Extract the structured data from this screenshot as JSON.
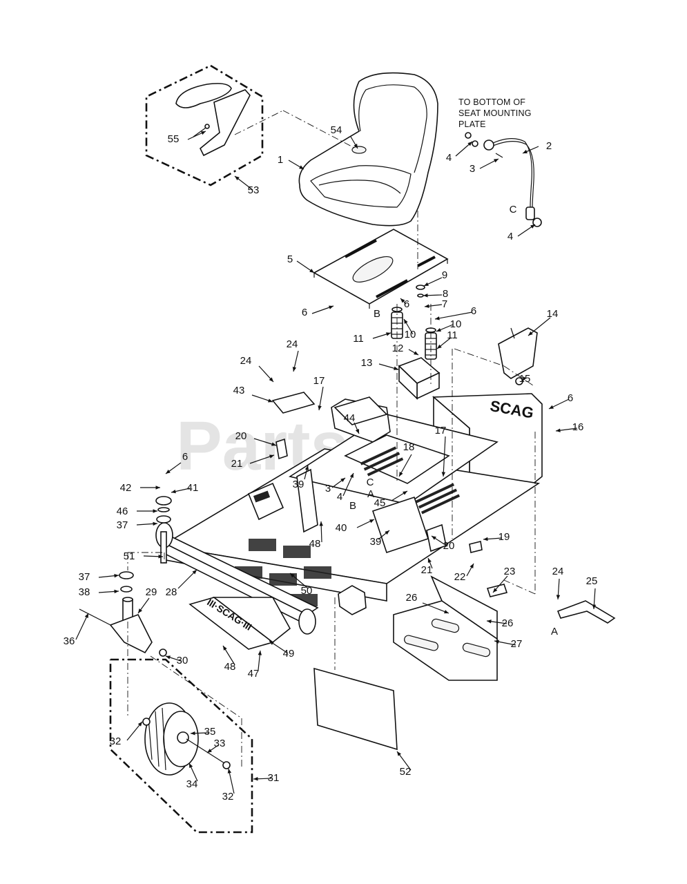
{
  "watermark": "PartsTree",
  "note_lines": [
    "TO BOTTOM OF",
    "SEAT MOUNTING",
    "PLATE"
  ],
  "callouts": [
    {
      "id": "c1",
      "text": "1"
    },
    {
      "id": "c2",
      "text": "2"
    },
    {
      "id": "c3a",
      "text": "3"
    },
    {
      "id": "c4a",
      "text": "4"
    },
    {
      "id": "c4b",
      "text": "4"
    },
    {
      "id": "cCa",
      "text": "C"
    },
    {
      "id": "c5",
      "text": "5"
    },
    {
      "id": "c6a",
      "text": "6"
    },
    {
      "id": "cBa",
      "text": "B"
    },
    {
      "id": "c6b",
      "text": "6"
    },
    {
      "id": "c9",
      "text": "9"
    },
    {
      "id": "c8",
      "text": "8"
    },
    {
      "id": "c7",
      "text": "7"
    },
    {
      "id": "c6c",
      "text": "6"
    },
    {
      "id": "c10a",
      "text": "10"
    },
    {
      "id": "c10b",
      "text": "10"
    },
    {
      "id": "c11a",
      "text": "11"
    },
    {
      "id": "c11b",
      "text": "11"
    },
    {
      "id": "c12",
      "text": "12"
    },
    {
      "id": "c13",
      "text": "13"
    },
    {
      "id": "c14",
      "text": "14"
    },
    {
      "id": "c15",
      "text": "15"
    },
    {
      "id": "c6d",
      "text": "6"
    },
    {
      "id": "c16",
      "text": "16"
    },
    {
      "id": "c24a",
      "text": "24"
    },
    {
      "id": "c24b",
      "text": "24"
    },
    {
      "id": "c17a",
      "text": "17"
    },
    {
      "id": "c43",
      "text": "43"
    },
    {
      "id": "c44",
      "text": "44"
    },
    {
      "id": "c17b",
      "text": "17"
    },
    {
      "id": "c18",
      "text": "18"
    },
    {
      "id": "c20a",
      "text": "20"
    },
    {
      "id": "c21a",
      "text": "21"
    },
    {
      "id": "c6e",
      "text": "6"
    },
    {
      "id": "c42",
      "text": "42"
    },
    {
      "id": "c41",
      "text": "41"
    },
    {
      "id": "c39a",
      "text": "39"
    },
    {
      "id": "c3b",
      "text": "3"
    },
    {
      "id": "c4c",
      "text": "4"
    },
    {
      "id": "cCb",
      "text": "C"
    },
    {
      "id": "cAa",
      "text": "A"
    },
    {
      "id": "c45",
      "text": "45"
    },
    {
      "id": "cBb",
      "text": "B"
    },
    {
      "id": "c46",
      "text": "46"
    },
    {
      "id": "c37a",
      "text": "37"
    },
    {
      "id": "c40",
      "text": "40"
    },
    {
      "id": "c39b",
      "text": "39"
    },
    {
      "id": "c48a",
      "text": "48"
    },
    {
      "id": "c19",
      "text": "19"
    },
    {
      "id": "c20b",
      "text": "20"
    },
    {
      "id": "c51",
      "text": "51"
    },
    {
      "id": "c21b",
      "text": "21"
    },
    {
      "id": "c22",
      "text": "22"
    },
    {
      "id": "c37b",
      "text": "37"
    },
    {
      "id": "c28",
      "text": "28"
    },
    {
      "id": "c23",
      "text": "23"
    },
    {
      "id": "c24c",
      "text": "24"
    },
    {
      "id": "c25",
      "text": "25"
    },
    {
      "id": "c38",
      "text": "38"
    },
    {
      "id": "c29",
      "text": "29"
    },
    {
      "id": "c50",
      "text": "50"
    },
    {
      "id": "c26a",
      "text": "26"
    },
    {
      "id": "c26b",
      "text": "26"
    },
    {
      "id": "cAb",
      "text": "A"
    },
    {
      "id": "c36",
      "text": "36"
    },
    {
      "id": "c27",
      "text": "27"
    },
    {
      "id": "c49",
      "text": "49"
    },
    {
      "id": "c30",
      "text": "30"
    },
    {
      "id": "c48b",
      "text": "48"
    },
    {
      "id": "c47",
      "text": "47"
    },
    {
      "id": "c35",
      "text": "35"
    },
    {
      "id": "c32a",
      "text": "32"
    },
    {
      "id": "c33",
      "text": "33"
    },
    {
      "id": "c34",
      "text": "34"
    },
    {
      "id": "c31",
      "text": "31"
    },
    {
      "id": "c32b",
      "text": "32"
    },
    {
      "id": "c52",
      "text": "52"
    },
    {
      "id": "c53",
      "text": "53"
    },
    {
      "id": "c54",
      "text": "54"
    },
    {
      "id": "c55",
      "text": "55"
    }
  ]
}
